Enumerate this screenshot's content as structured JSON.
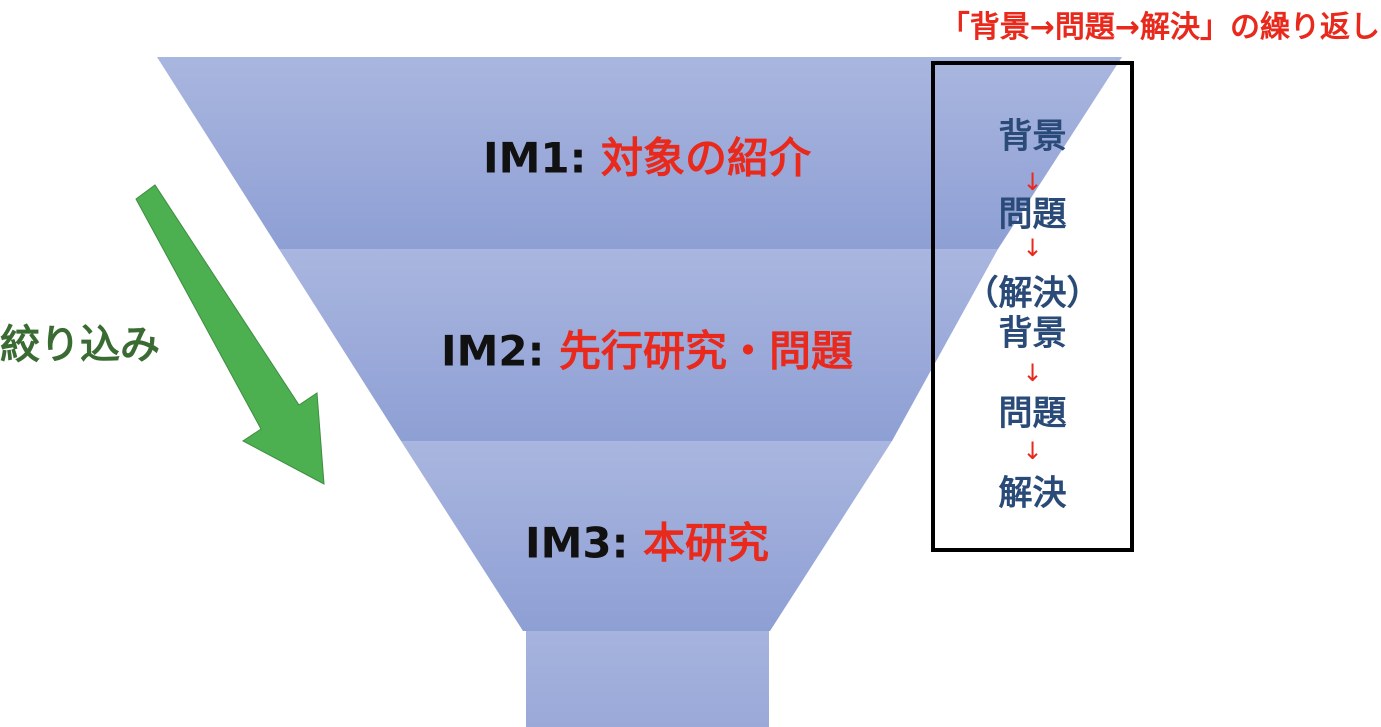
{
  "funnel": {
    "stages": [
      {
        "prefix": "IM1: ",
        "text": "対象の紹介"
      },
      {
        "prefix": "IM2: ",
        "text": "先行研究・問題"
      },
      {
        "prefix": "IM3: ",
        "text": "本研究"
      }
    ],
    "fill_color": "#a3b1dc",
    "fill_color_dark": "#8e9fd4"
  },
  "cycle": {
    "title": "「背景→問題→解決」の繰り返し",
    "items": [
      "背景",
      "問題",
      "（解決）",
      "背景",
      "問題",
      "解決"
    ],
    "arrow_glyph": "↓",
    "text_color": "#2a4a78",
    "arrow_color": "#e8291c"
  },
  "narrowing": {
    "label": "絞り込み",
    "arrow_color": "#4caf50"
  },
  "colors": {
    "accent": "#e8291c",
    "label": "#111111",
    "green_text": "#3a6b32"
  }
}
